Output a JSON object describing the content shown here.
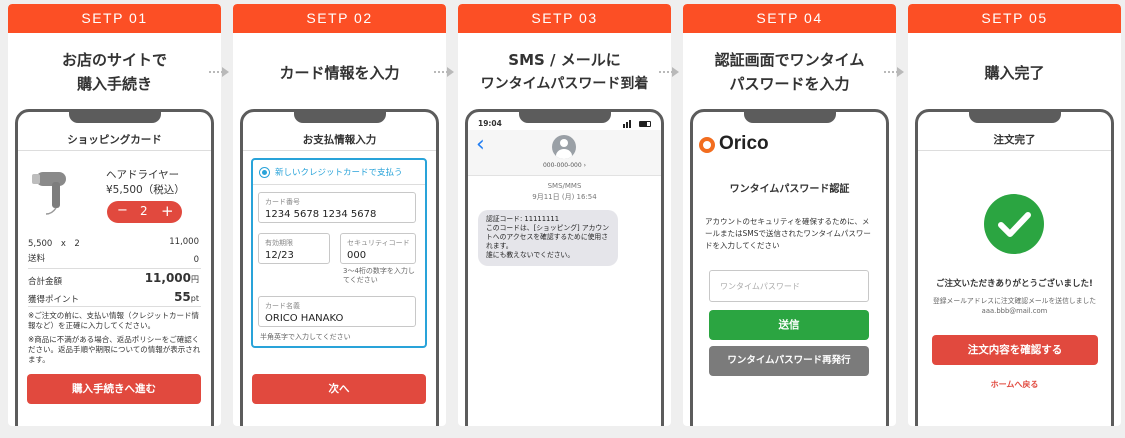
{
  "steps": [
    {
      "label": "SETP 01",
      "caption1": "お店のサイトで",
      "caption2": "購入手続き"
    },
    {
      "label": "SETP 02",
      "caption1": "カード情報を入力",
      "caption2": ""
    },
    {
      "label": "SETP 03",
      "caption1": "SMS / メールに",
      "caption2": "ワンタイムパスワード到着"
    },
    {
      "label": "SETP 04",
      "caption1": "認証画面でワンタイム",
      "caption2": "パスワードを入力"
    },
    {
      "label": "SETP 05",
      "caption1": "購入完了",
      "caption2": ""
    }
  ],
  "cart": {
    "title": "ショッピングカード",
    "product_name": "ヘアドライヤー",
    "product_price": "¥5,500（税込）",
    "qty_minus": "−",
    "qty_value": "2",
    "qty_plus": "+",
    "line_item": "5,500　x　2",
    "line_total": "11,000",
    "shipping_label": "送料",
    "shipping_value": "0",
    "total_label": "合計金額",
    "total_value": "11,000",
    "total_unit": "円",
    "points_label": "獲得ポイント",
    "points_value": "55",
    "points_unit": "pt",
    "note1": "※ご注文の前に、支払い情報（クレジットカード情報など）を正確に入力してください。",
    "note2": "※商品に不満がある場合、返品ポリシーをご確認ください。返品手順や期限についての情報が表示されます。",
    "button": "購入手続きへ進む"
  },
  "payment": {
    "title": "お支払情報入力",
    "radio_label": "新しいクレジットカードで支払う",
    "card_number_label": "カード番号",
    "card_number": "1234 5678 1234 5678",
    "expiry_label": "有効期限",
    "expiry": "12/23",
    "cvv_label": "セキュリティコード",
    "cvv": "000",
    "cvv_hint": "3～4桁の数字を入力してください",
    "name_label": "カード名義",
    "name": "ORICO HANAKO",
    "name_hint": "半角英字で入力してください",
    "button": "次へ"
  },
  "sms": {
    "time": "19:04",
    "sender": "000-000-000",
    "sender_chevron": "›",
    "back": "‹",
    "kind": "SMS/MMS",
    "date": "9月11日 (月) 16:54",
    "message": "認証コード: 11111111\nこのコードは、[ショッピング] アカウントへのアクセスを確認するために使用されます。\n誰にも教えないでください。"
  },
  "otp": {
    "brand": "Orico",
    "title": "ワンタイムパスワード認証",
    "description": "アカウントのセキュリティを確保するために、メールまたはSMSで送信されたワンタイムパスワードを入力してください",
    "input_placeholder": "ワンタイムパスワード",
    "submit": "送信",
    "resend": "ワンタイムパスワード再発行"
  },
  "done": {
    "title": "注文完了",
    "thanks": "ご注文いただきありがとうございました!",
    "message": "登録メールアドレスに注文確認メールを送信しました",
    "email": "aaa.bbb@mail.com",
    "button": "注文内容を確認する",
    "link": "ホームへ戻る"
  },
  "colors": {
    "step_header": "#fc4f25",
    "primary_red": "#e1493e",
    "green": "#2ba541",
    "gray_button": "#7b7b7b",
    "orico_orange": "#f26d1f",
    "radio_blue": "#29a3d9"
  }
}
